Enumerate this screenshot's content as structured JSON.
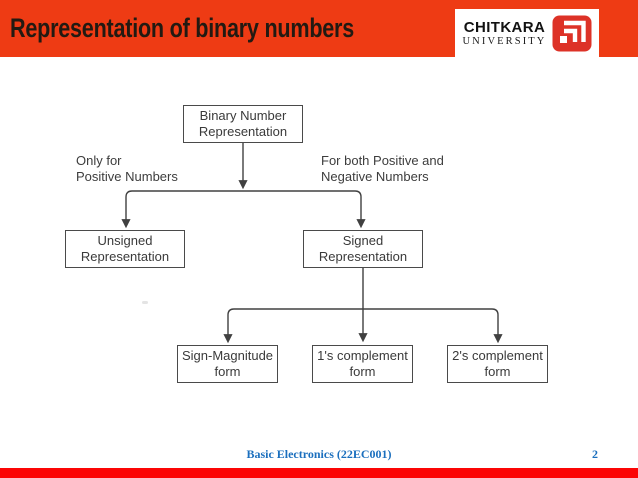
{
  "slide": {
    "title": "Representation of binary numbers",
    "footer_text": "Basic Electronics (22EC001)",
    "page_number": "2"
  },
  "logo": {
    "brand": "CHITKARA",
    "brand_sub": "UNIVERSITY"
  },
  "diagram": {
    "root_box": "Binary Number\nRepresentation",
    "left_annotation": "Only for\nPositive Numbers",
    "right_annotation": "For both Positive and\nNegative Numbers",
    "unsigned_box": "Unsigned\nRepresentation",
    "signed_box": "Signed\nRepresentation",
    "leaf_boxes": [
      "Sign-Magnitude\nform",
      "1's complement\nform",
      "2's complement\nform"
    ]
  },
  "colors": {
    "header_red": "#ee3b14",
    "footer_bar_red": "#fb0505",
    "footer_text_blue": "#1b6fbe",
    "logo_icon_red": "#dd3227",
    "diagram_line_gray": "#404040",
    "title_text": "#221a12"
  }
}
